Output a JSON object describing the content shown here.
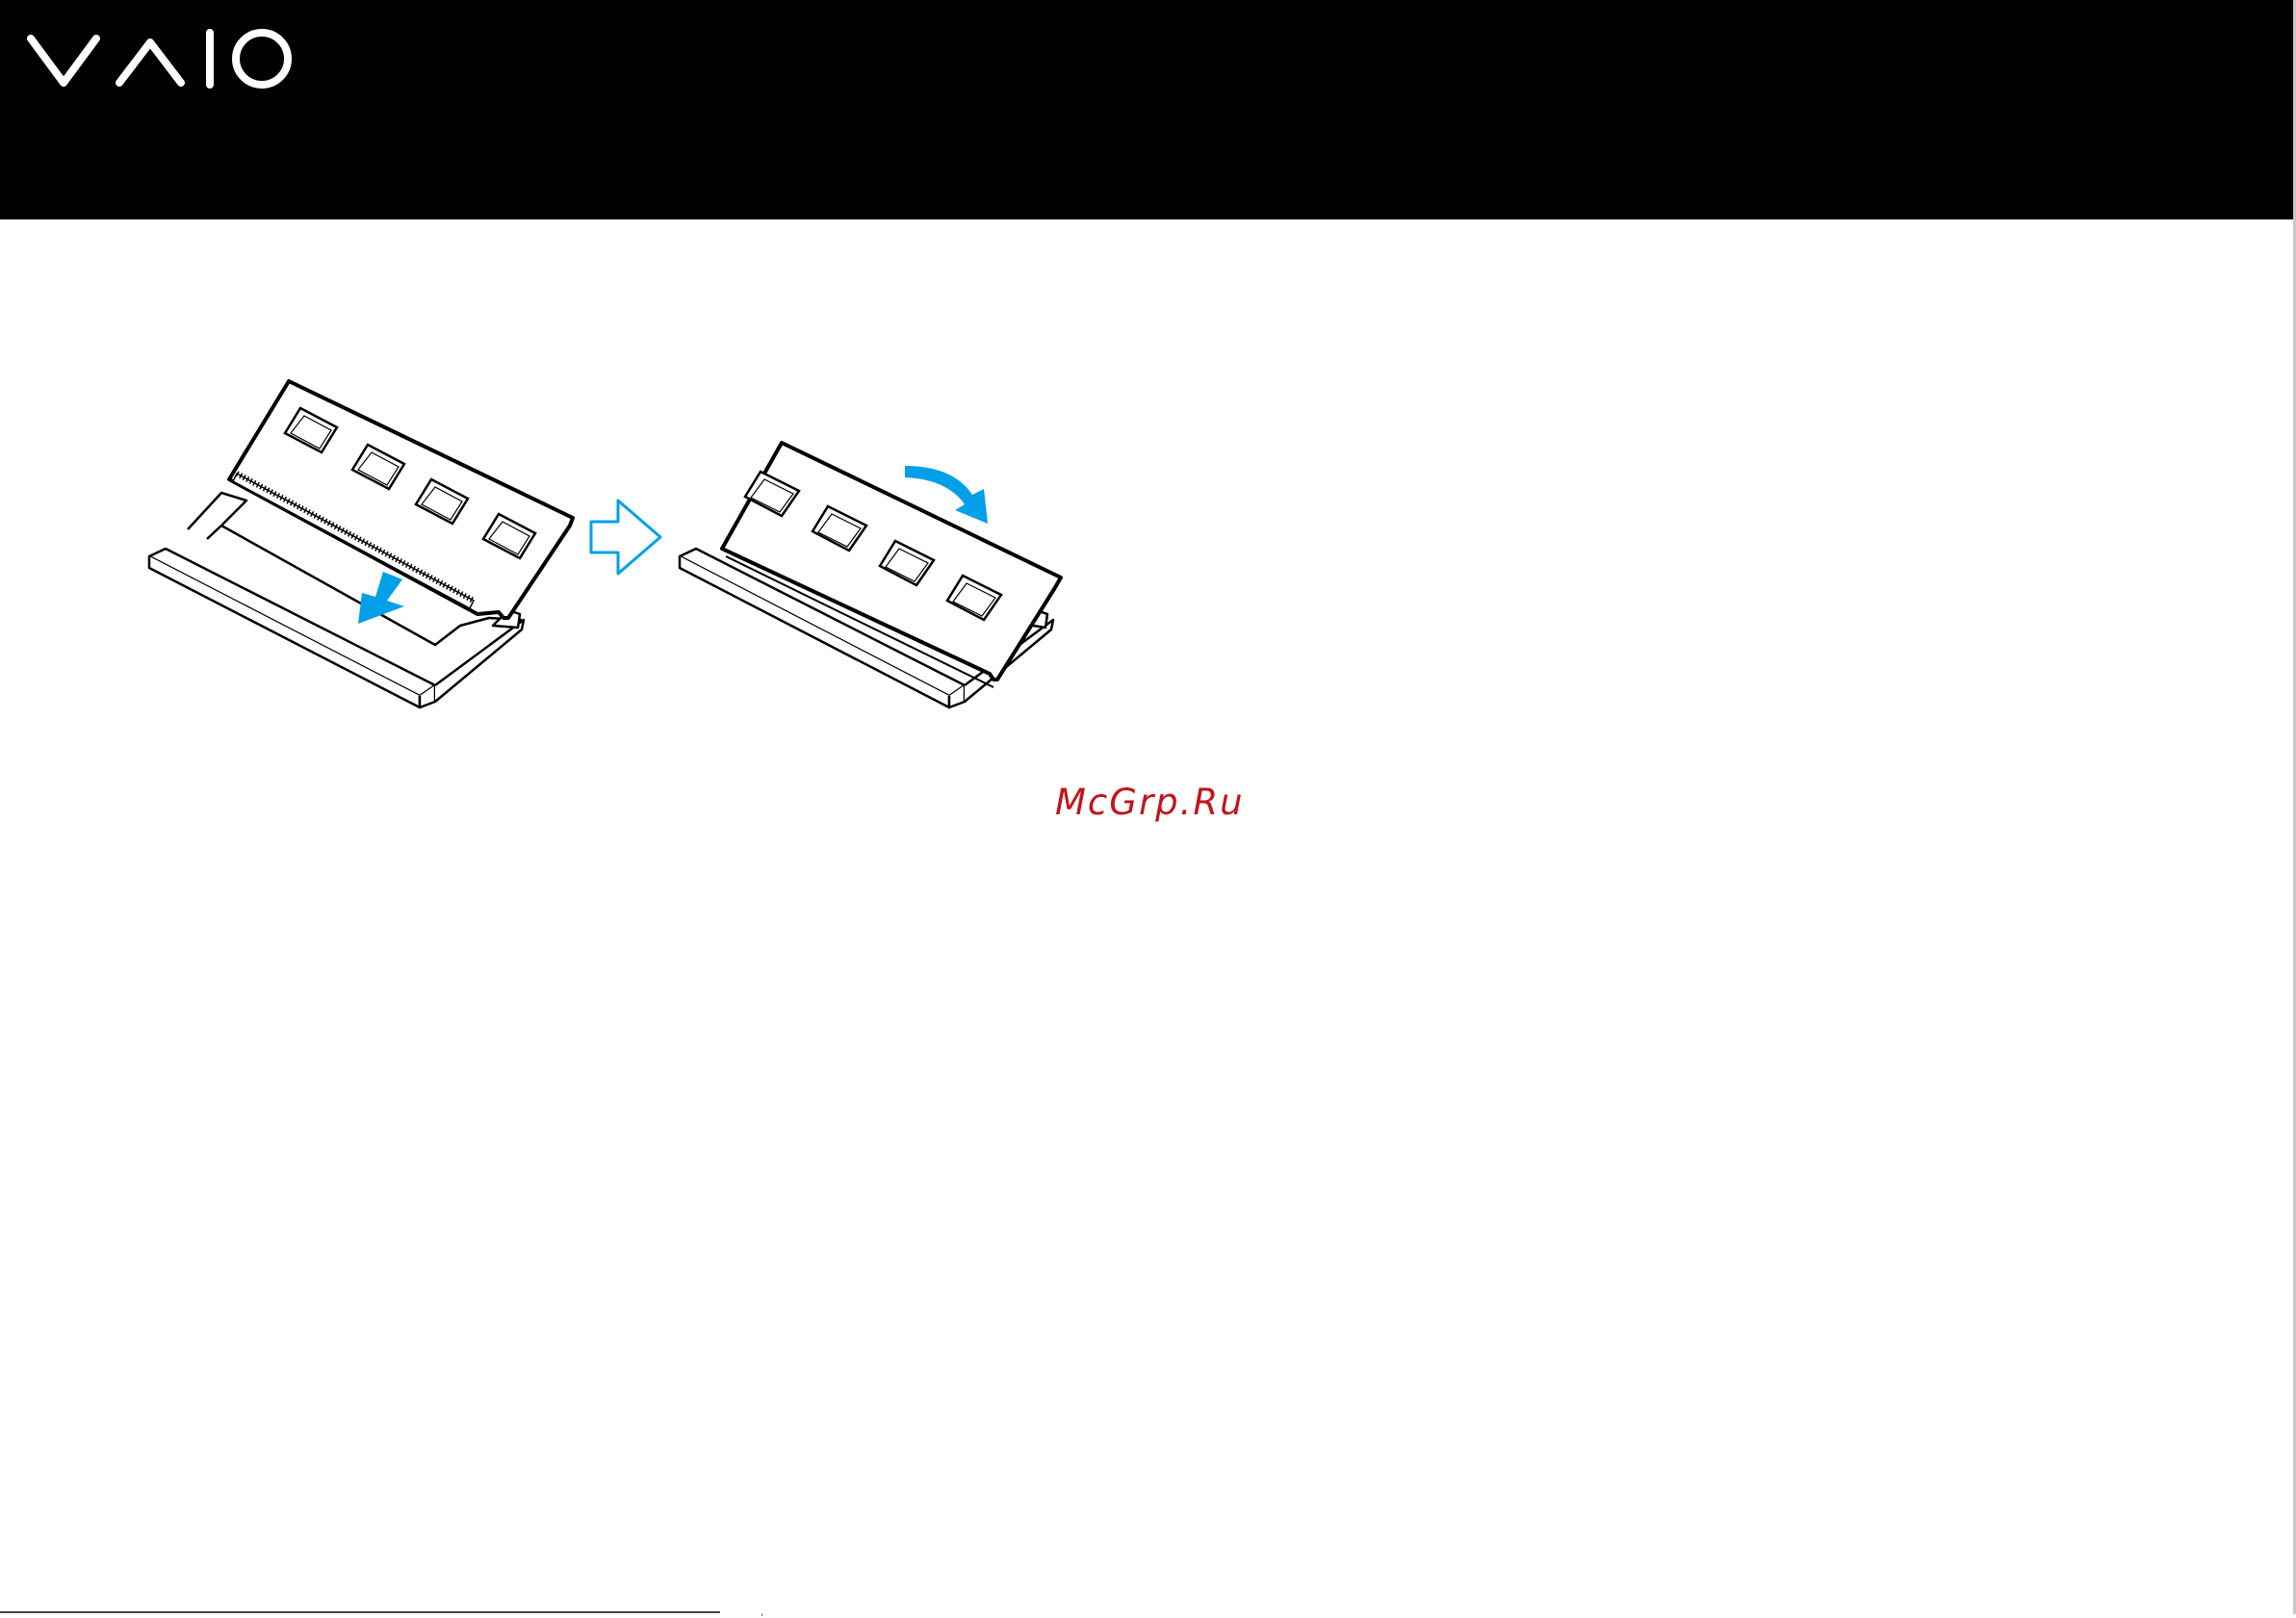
{
  "header": {
    "logo_text": "VAIO",
    "logo_icon": "vaio-logo",
    "background_color": "#000000",
    "logo_color": "#ffffff"
  },
  "figure": {
    "step1_icon": "memory-module-insert",
    "step_arrow_icon": "outline-arrow-right",
    "step2_icon": "memory-module-press-down",
    "accent_color": "#00a0e9"
  },
  "watermark": {
    "text": "McGrp.Ru",
    "color": "#c0151b"
  }
}
